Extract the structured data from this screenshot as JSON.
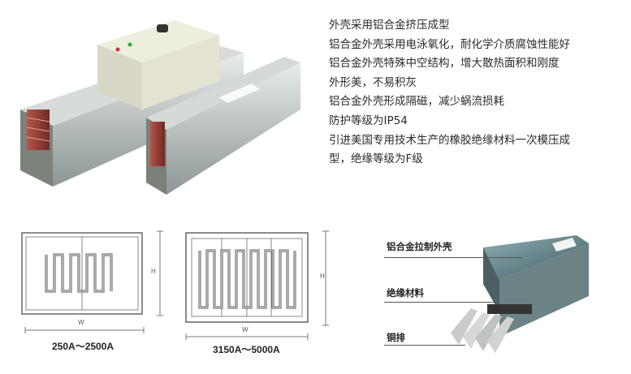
{
  "features": [
    "外壳采用铝合金挤压成型",
    "铝合金外壳采用电泳氧化，耐化学介质腐蚀性能好",
    "铝合金外壳特殊中空结构，增大散热面积和刚度",
    "外形美，不易积灰",
    "铝合金外壳形成隔磁，减少蜗流损耗",
    "防护等级为IP54",
    "引进美国专用技术生产的橡胶绝缘材料一次模压成",
    "型，绝缘等级为F级"
  ],
  "cross_sections": [
    {
      "caption": "250A～2500A",
      "h_label": "H",
      "w_label": "W"
    },
    {
      "caption": "3150A～5000A",
      "h_label": "H",
      "w_label": "W"
    }
  ],
  "callouts": [
    "铝合金拉制外壳",
    "绝缘材料",
    "铜排"
  ]
}
